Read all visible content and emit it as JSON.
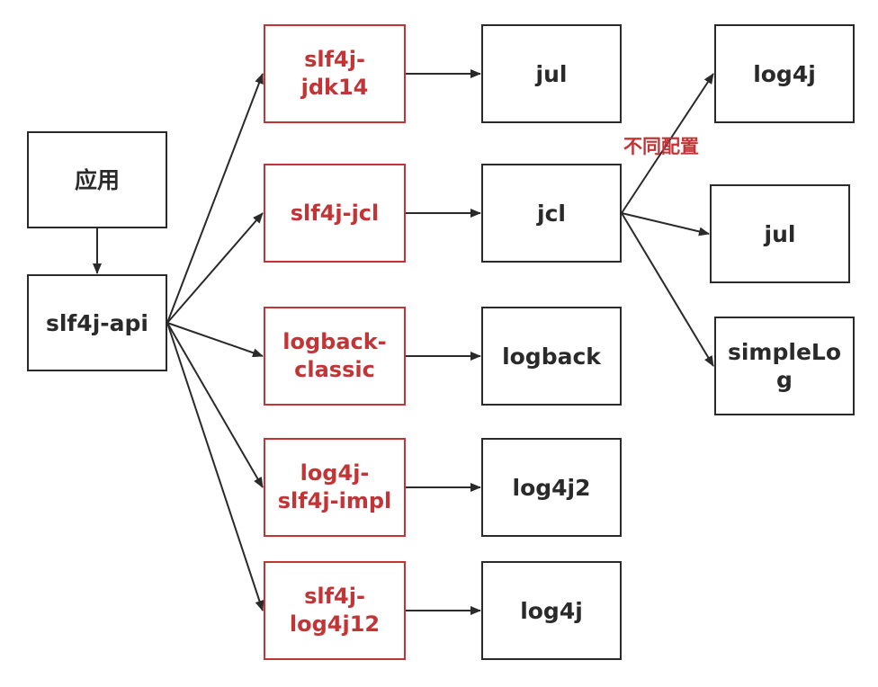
{
  "colors": {
    "box": "#2a2a2a",
    "adapter": "#c23436",
    "arrow": "#2a2a2a",
    "background": "#ffffff"
  },
  "nodes": {
    "app": {
      "label": "应用"
    },
    "api": {
      "label": "slf4j-api"
    },
    "adapter_jdk14": {
      "label": "slf4j-\njdk14"
    },
    "adapter_jcl": {
      "label": "slf4j-jcl"
    },
    "adapter_logback": {
      "label": "logback-\nclassic"
    },
    "adapter_log4j2": {
      "label": "log4j-\nslf4j-impl"
    },
    "adapter_log4j12": {
      "label": "slf4j-\nlog4j12"
    },
    "impl_jul": {
      "label": "jul"
    },
    "impl_jcl": {
      "label": "jcl"
    },
    "impl_logback": {
      "label": "logback"
    },
    "impl_log4j2": {
      "label": "log4j2"
    },
    "impl_log4j": {
      "label": "log4j"
    },
    "jcl_log4j": {
      "label": "log4j"
    },
    "jcl_jul": {
      "label": "jul"
    },
    "jcl_simplelog": {
      "label": "simpleLo\ng"
    }
  },
  "edge_labels": {
    "jcl_config": "不同配置"
  },
  "edges": [
    [
      "app",
      "api"
    ],
    [
      "api",
      "adapter_jdk14"
    ],
    [
      "api",
      "adapter_jcl"
    ],
    [
      "api",
      "adapter_logback"
    ],
    [
      "api",
      "adapter_log4j2"
    ],
    [
      "api",
      "adapter_log4j12"
    ],
    [
      "adapter_jdk14",
      "impl_jul"
    ],
    [
      "adapter_jcl",
      "impl_jcl"
    ],
    [
      "adapter_logback",
      "impl_logback"
    ],
    [
      "adapter_log4j2",
      "impl_log4j2"
    ],
    [
      "adapter_log4j12",
      "impl_log4j"
    ],
    [
      "impl_jcl",
      "jcl_log4j"
    ],
    [
      "impl_jcl",
      "jcl_jul"
    ],
    [
      "impl_jcl",
      "jcl_simplelog"
    ]
  ]
}
